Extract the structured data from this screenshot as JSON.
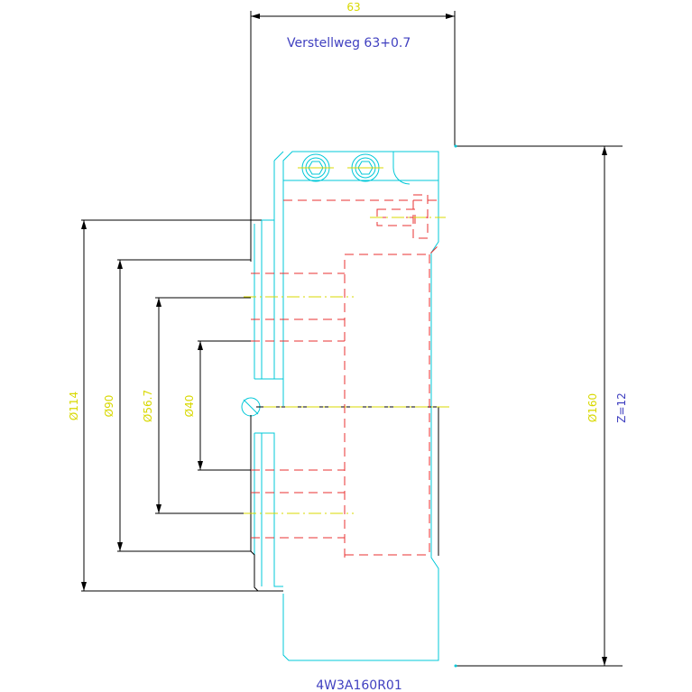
{
  "drawing": {
    "top_dimension": "63",
    "stroke_label": "Verstellweg 63+0.7",
    "part_number": "4W3A160R01",
    "left_dimensions": [
      "Ø114",
      "Ø90",
      "Ø56.7",
      "Ø40"
    ],
    "right_dimension": "Ø160",
    "z_label": "Z=12"
  },
  "colors": {
    "outline": "#00c8d8",
    "dimension_line": "#000000",
    "hidden_line": "#e83030",
    "dimension_text_yellow": "#d8d800",
    "label_blue": "#4040c0"
  }
}
